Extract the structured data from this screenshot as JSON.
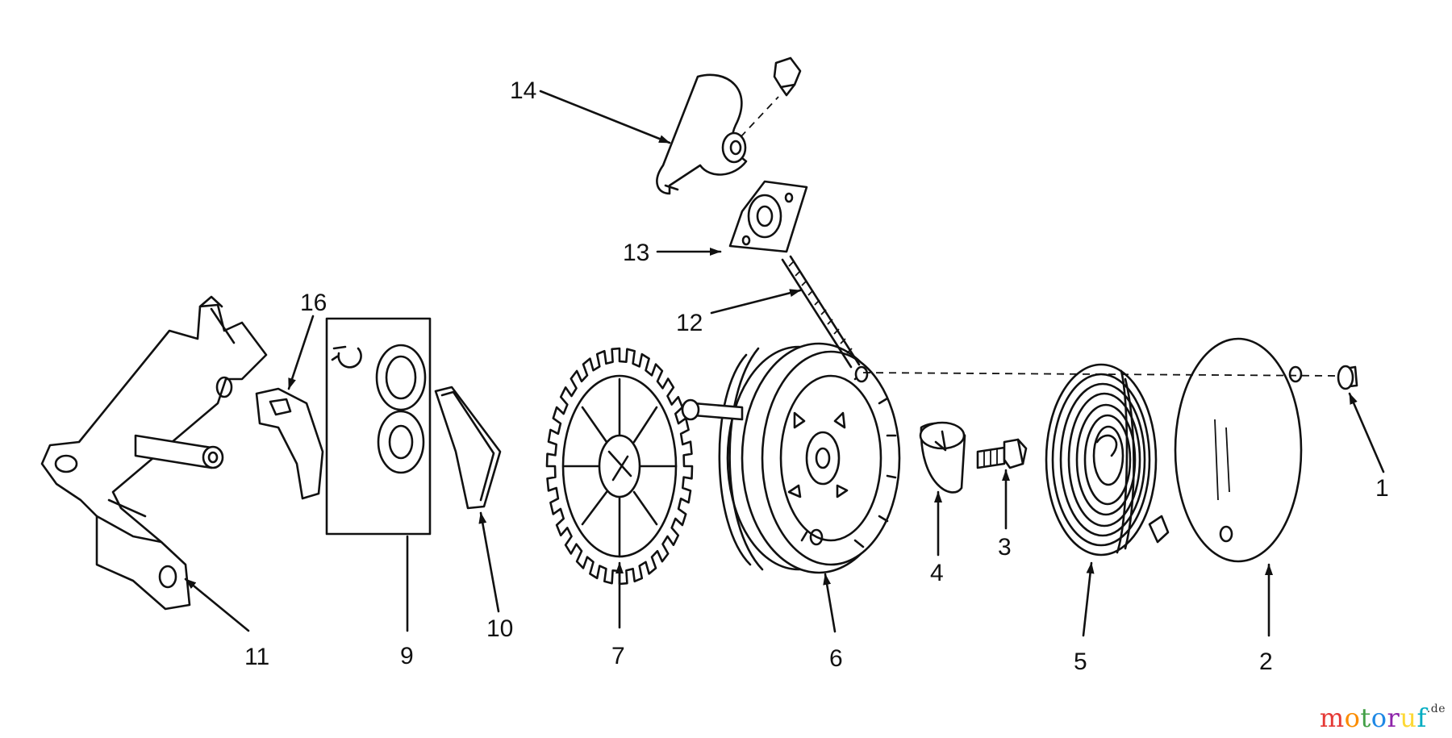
{
  "labels": {
    "p1": "1",
    "p2": "2",
    "p3": "3",
    "p4": "4",
    "p5": "5",
    "p6": "6",
    "p7": "7",
    "p9": "9",
    "p10": "10",
    "p11": "11",
    "p12": "12",
    "p13": "13",
    "p14": "14",
    "p16": "16"
  },
  "watermark": {
    "text": "motoruf",
    "suffix": ".de",
    "colors": [
      "#e53935",
      "#fb8c00",
      "#43a047",
      "#1e88e5",
      "#8e24aa",
      "#fdd835",
      "#00acc1"
    ]
  }
}
